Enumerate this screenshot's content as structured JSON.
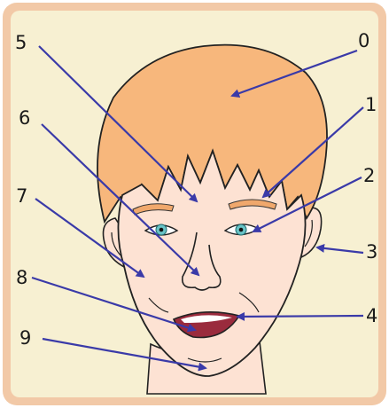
{
  "labels": [
    {
      "id": "0",
      "text": "0"
    },
    {
      "id": "1",
      "text": "1"
    },
    {
      "id": "2",
      "text": "2"
    },
    {
      "id": "3",
      "text": "3"
    },
    {
      "id": "4",
      "text": "4"
    },
    {
      "id": "5",
      "text": "5"
    },
    {
      "id": "6",
      "text": "6"
    },
    {
      "id": "7",
      "text": "7"
    },
    {
      "id": "8",
      "text": "8"
    },
    {
      "id": "9",
      "text": "9"
    }
  ],
  "colors": {
    "frame_outer": "#f2c9a7",
    "frame_inner": "#f7f0d2",
    "hair": "#f7b77c",
    "skin": "#fde2d3",
    "eye_iris": "#69c3c6",
    "mouth": "#9a2b3d",
    "arrow": "#3a3aa8"
  }
}
